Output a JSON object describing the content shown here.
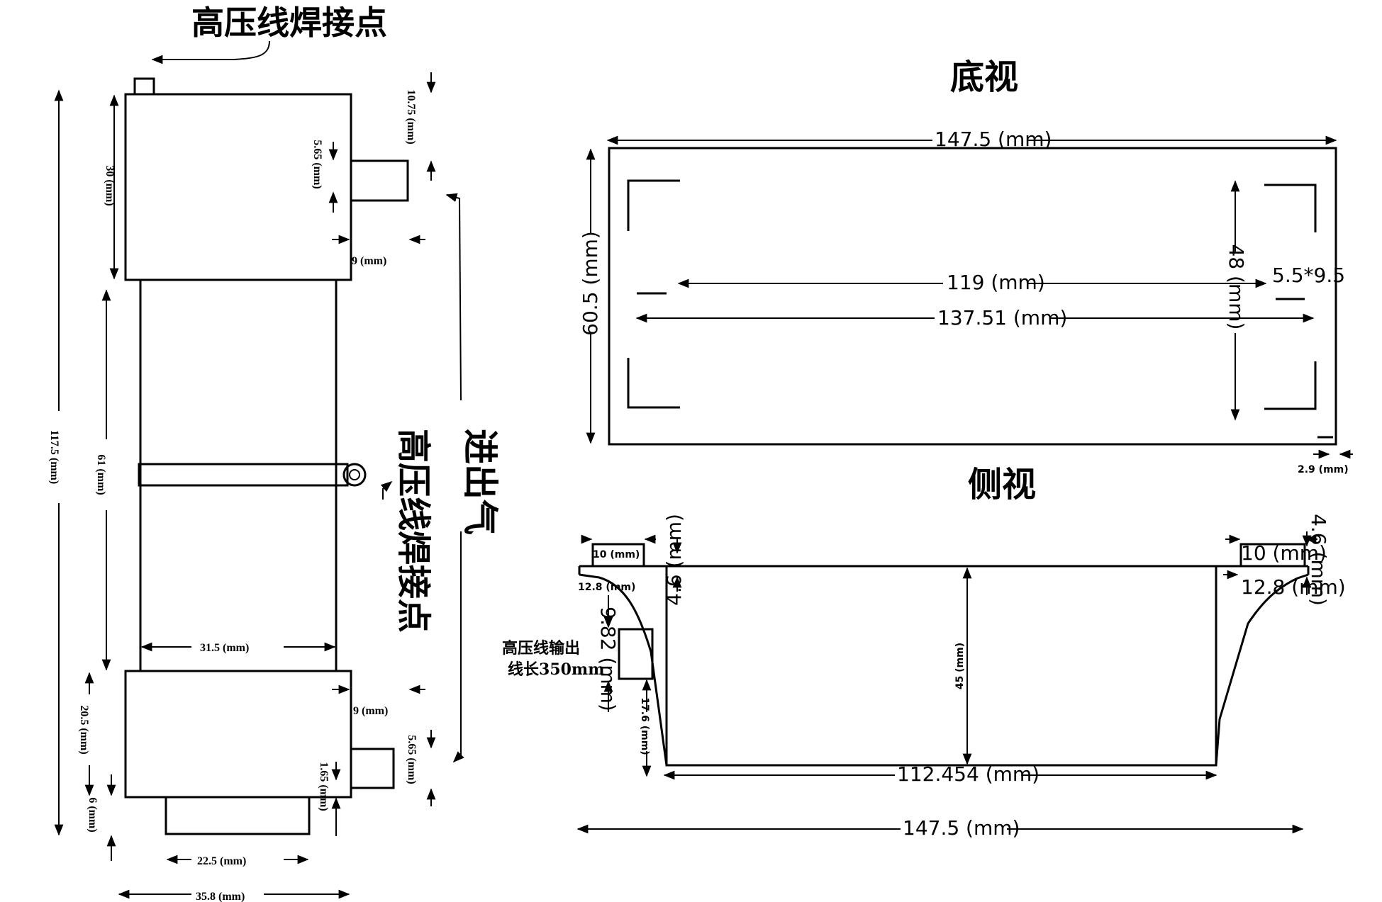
{
  "front": {
    "weld_label_top": "高压线焊接点",
    "dims": {
      "d30": "30 (mm)",
      "d10_75": "10.75 (mm)",
      "d5_65a": "5.65 (mm)",
      "d9a": "9 (mm)",
      "d117_5": "117.5 (mm)",
      "d61": "61 (mm)",
      "d31_5": "31.5 (mm)",
      "d20_5": "20.5 (mm)",
      "d9b": "9 (mm)",
      "d5_65b": "5.65 (mm)",
      "d1_65": "1.65 (mm)",
      "d6": "6 (mm)",
      "d22_5": "22.5 (mm)",
      "d35_8": "35.8 (mm)"
    },
    "gas_label": "进出气",
    "weld_label_mid": "高压线焊接点"
  },
  "bottom_view": {
    "title": "底视",
    "d147_5": "147.5 (mm)",
    "d60_5": "60.5 (mm)",
    "d119": "119 (mm)",
    "d137_51": "137.51 (mm)",
    "d48": "48 (mm)",
    "d5_5x9_5": "5.5*9.5",
    "d2_9": "2.9 (mm)"
  },
  "side_view": {
    "title": "侧视",
    "d10_left": "10 (mm)",
    "d4_6_left": "4.6 (mm)",
    "d12_8_left": "12.8 (mm)",
    "d10_right": "10 (mm)",
    "d4_6_right": "4.6 (mm)",
    "d12_8_right": "12.8 (mm)",
    "d45": "45 (mm)",
    "d9_82": "9.82 (mm)",
    "d17_6": "17.6 (mm)",
    "d112_454": "112.454 (mm)",
    "d147_5": "147.5 (mm)",
    "hv_note_line1": "高压线输出",
    "hv_note_line2": "线长350mm"
  }
}
